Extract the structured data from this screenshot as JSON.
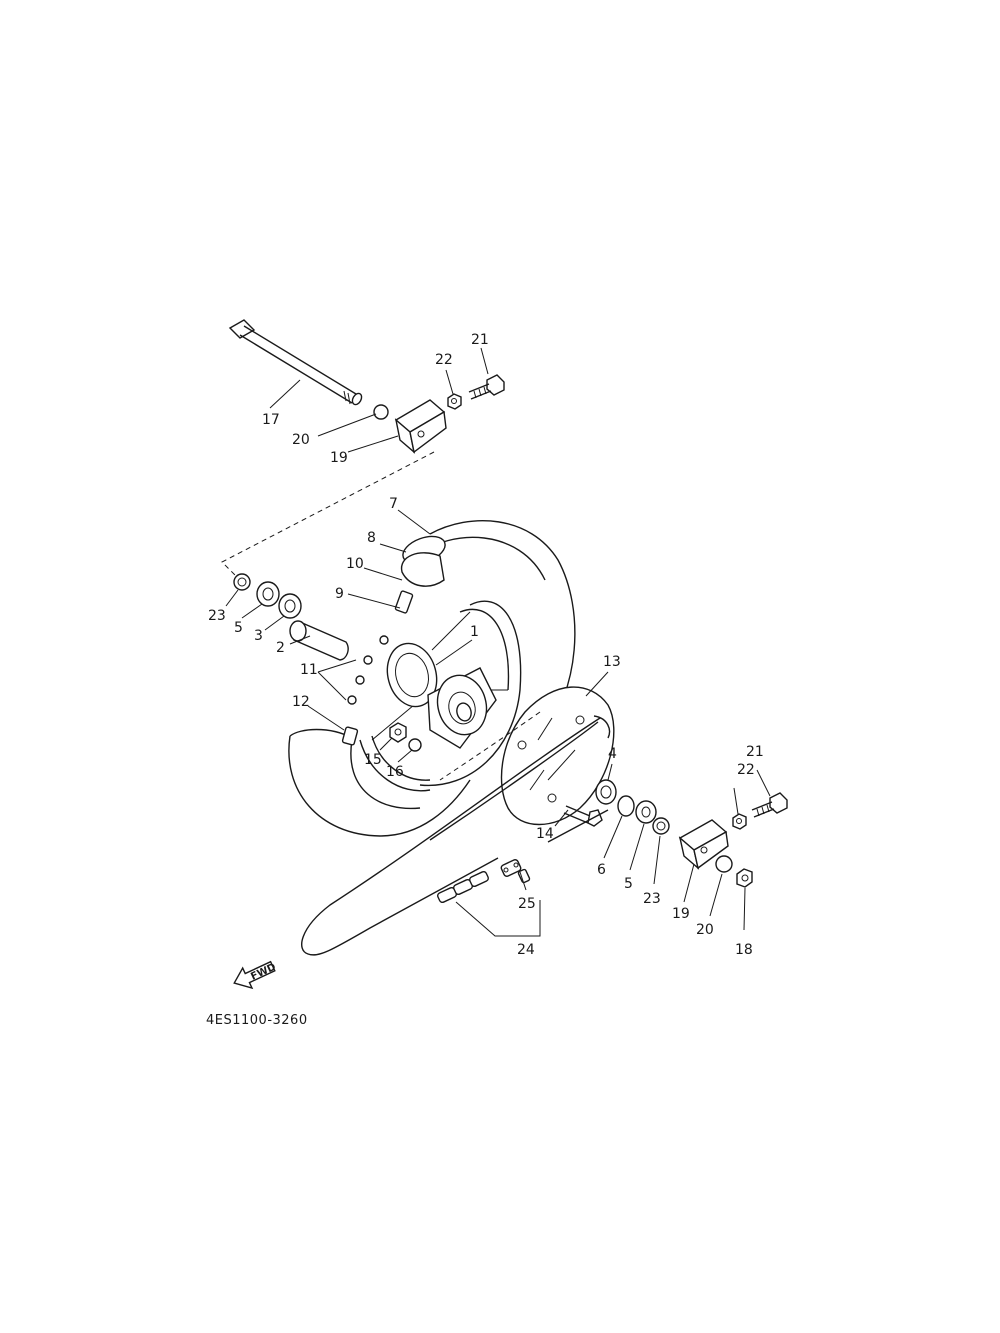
{
  "diagram": {
    "callouts": [
      {
        "id": "c1",
        "label": "1"
      },
      {
        "id": "c2",
        "label": "2"
      },
      {
        "id": "c3",
        "label": "3"
      },
      {
        "id": "c4",
        "label": "4"
      },
      {
        "id": "c5a",
        "label": "5"
      },
      {
        "id": "c5b",
        "label": "5"
      },
      {
        "id": "c6",
        "label": "6"
      },
      {
        "id": "c7",
        "label": "7"
      },
      {
        "id": "c8",
        "label": "8"
      },
      {
        "id": "c9",
        "label": "9"
      },
      {
        "id": "c10",
        "label": "10"
      },
      {
        "id": "c11",
        "label": "11"
      },
      {
        "id": "c12",
        "label": "12"
      },
      {
        "id": "c13",
        "label": "13"
      },
      {
        "id": "c14",
        "label": "14"
      },
      {
        "id": "c15",
        "label": "15"
      },
      {
        "id": "c16",
        "label": "16"
      },
      {
        "id": "c17",
        "label": "17"
      },
      {
        "id": "c18",
        "label": "18"
      },
      {
        "id": "c19a",
        "label": "19"
      },
      {
        "id": "c19b",
        "label": "19"
      },
      {
        "id": "c20a",
        "label": "20"
      },
      {
        "id": "c20b",
        "label": "20"
      },
      {
        "id": "c21a",
        "label": "21"
      },
      {
        "id": "c21b",
        "label": "21"
      },
      {
        "id": "c22a",
        "label": "22"
      },
      {
        "id": "c22b",
        "label": "22"
      },
      {
        "id": "c23a",
        "label": "23"
      },
      {
        "id": "c23b",
        "label": "23"
      },
      {
        "id": "c24",
        "label": "24"
      },
      {
        "id": "c25",
        "label": "25"
      }
    ],
    "direction_arrow": "FWD",
    "drawing_code": "4ES1100-3260"
  }
}
